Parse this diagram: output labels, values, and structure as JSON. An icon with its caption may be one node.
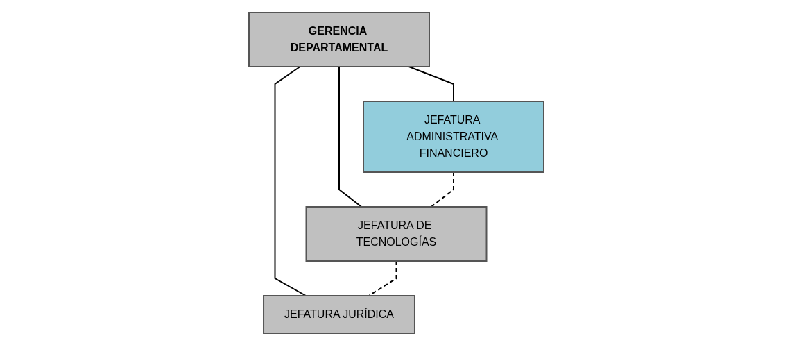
{
  "diagram": {
    "nodes": [
      {
        "text": [
          "GERENCIA DEPARTAMENTAL"
        ]
      },
      {
        "text": [
          "JEFATURA ADMINISTRATIVA FINANCIERO"
        ]
      },
      {
        "text": [
          "JEFATURA DE TECNOLOGÍAS"
        ]
      },
      {
        "text": [
          "JEFATURA JURÍDICA"
        ]
      }
    ],
    "edges": [
      {
        "from": 0,
        "to": 1,
        "arrow": "none"
      },
      {
        "from": 0,
        "to": 2,
        "arrow": "none"
      },
      {
        "from": 0,
        "to": 3,
        "arrow": "none"
      },
      {
        "from": 1,
        "to": 2,
        "arrow": "none",
        "style": "dashed"
      },
      {
        "from": 2,
        "to": 3,
        "arrow": "none",
        "style": "dashed"
      }
    ]
  }
}
